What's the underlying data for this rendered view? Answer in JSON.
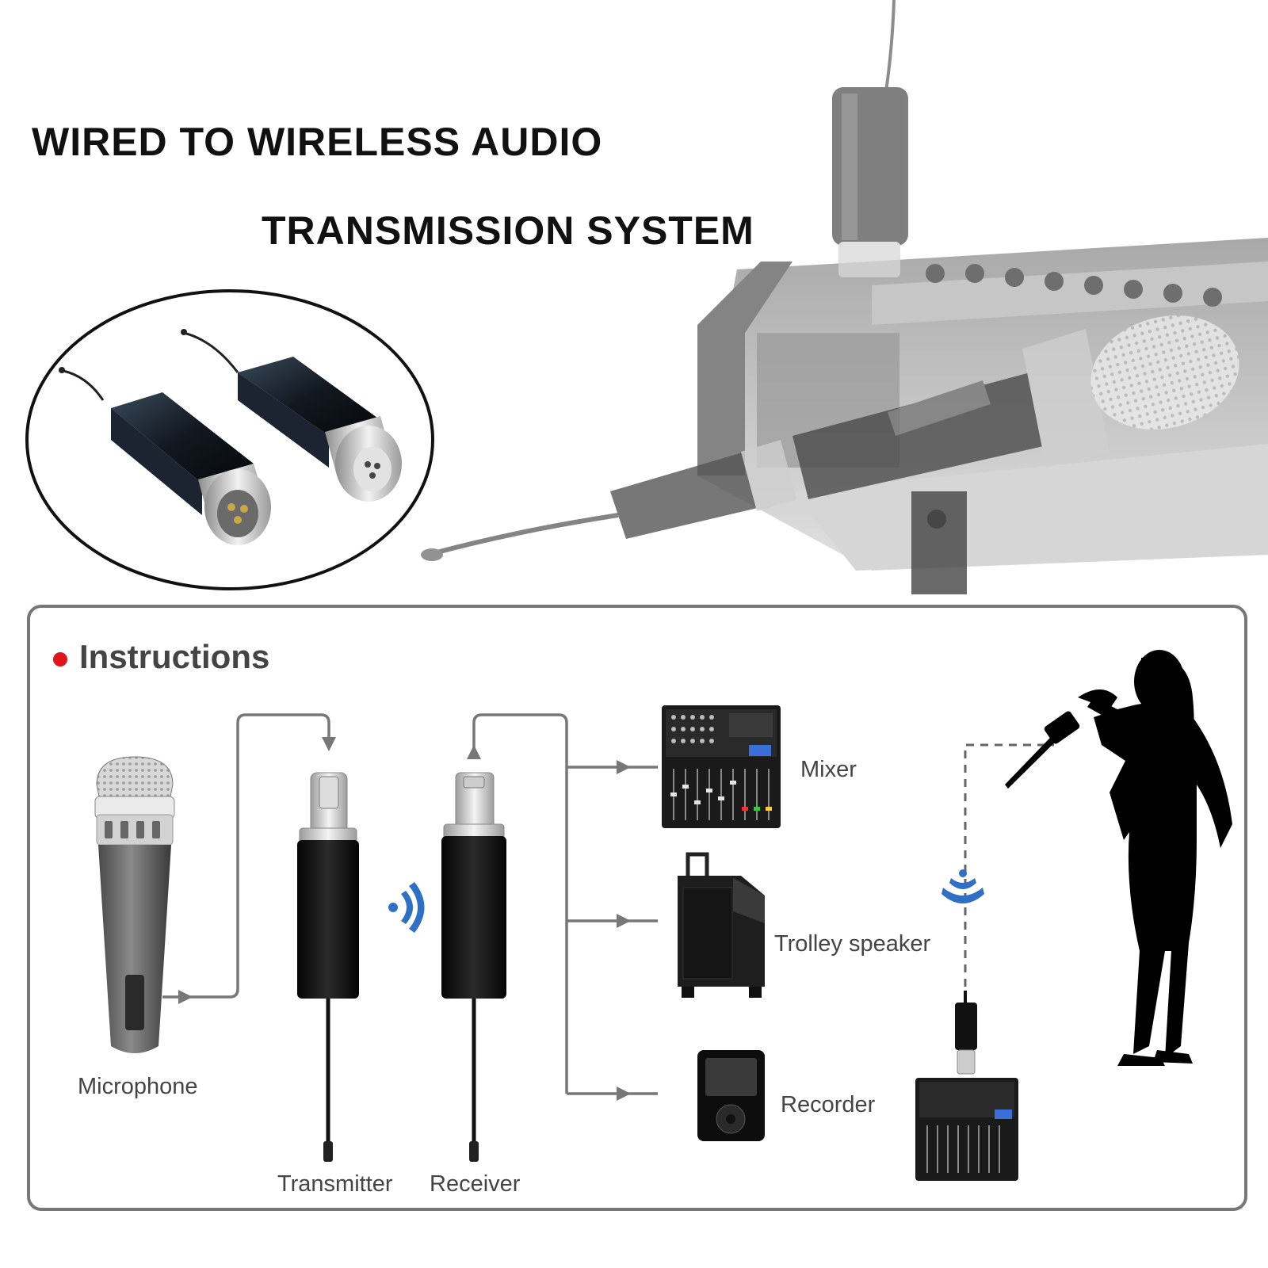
{
  "header": {
    "title_line1": "WIRED TO WIRELESS AUDIO",
    "title_line2": "TRANSMISSION SYSTEM"
  },
  "instructions": {
    "heading": "Instructions",
    "bullet_color": "#e2141b"
  },
  "devices": {
    "microphone": "Microphone",
    "transmitter": "Transmitter",
    "receiver": "Receiver",
    "mixer": "Mixer",
    "trolley_speaker": "Trolley speaker",
    "recorder": "Recorder"
  },
  "colors": {
    "wireless_icon": "#2f6fc4",
    "connector_line": "#777777"
  }
}
